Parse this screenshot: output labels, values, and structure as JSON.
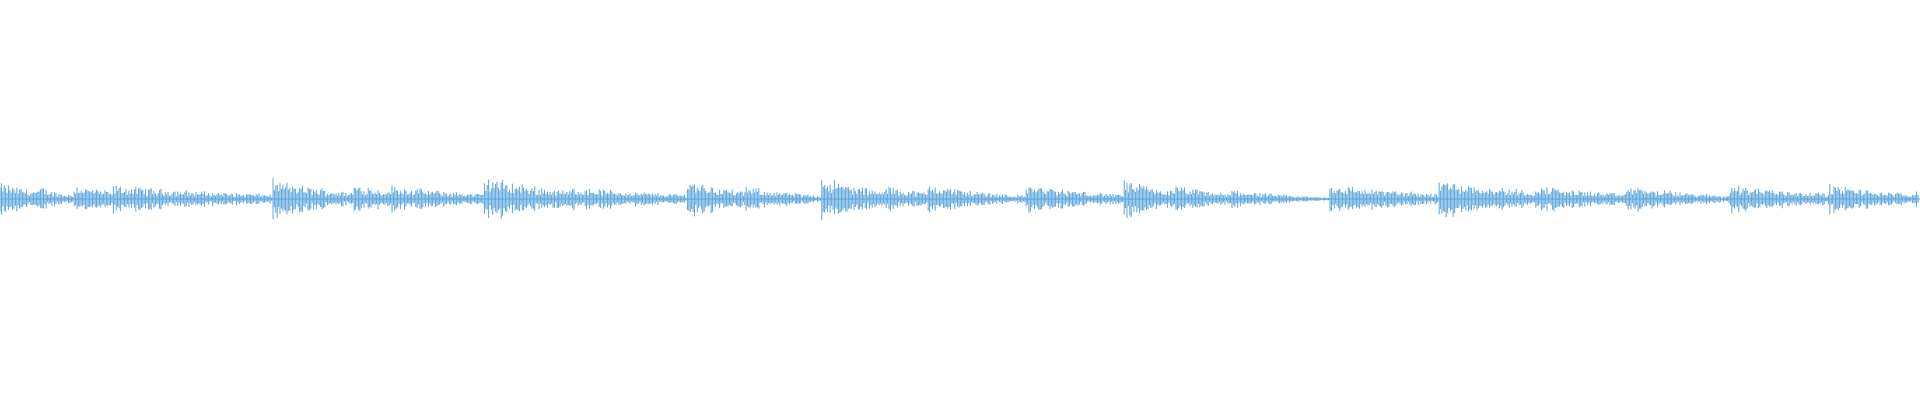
{
  "waveform": {
    "color": "#5aa5dc",
    "background": "#ffffff",
    "onsets": [
      0.0,
      0.021,
      0.038,
      0.059,
      0.142,
      0.184,
      0.203,
      0.252,
      0.298,
      0.358,
      0.388,
      0.428,
      0.461,
      0.483,
      0.534,
      0.585,
      0.612,
      0.641,
      0.692,
      0.749,
      0.802,
      0.847,
      0.901,
      0.953,
      0.998
    ],
    "peaks": [
      0.7,
      0.55,
      0.65,
      0.6,
      0.85,
      0.7,
      0.6,
      1.0,
      0.55,
      0.9,
      0.55,
      1.0,
      0.6,
      0.7,
      0.65,
      0.85,
      0.6,
      0.45,
      0.65,
      0.9,
      0.6,
      0.6,
      0.65,
      0.65,
      0.55
    ],
    "decays": [
      0.03,
      0.015,
      0.03,
      0.08,
      0.04,
      0.03,
      0.05,
      0.045,
      0.06,
      0.03,
      0.035,
      0.03,
      0.03,
      0.035,
      0.045,
      0.03,
      0.03,
      0.03,
      0.06,
      0.055,
      0.045,
      0.04,
      0.055,
      0.04,
      0.02
    ]
  }
}
